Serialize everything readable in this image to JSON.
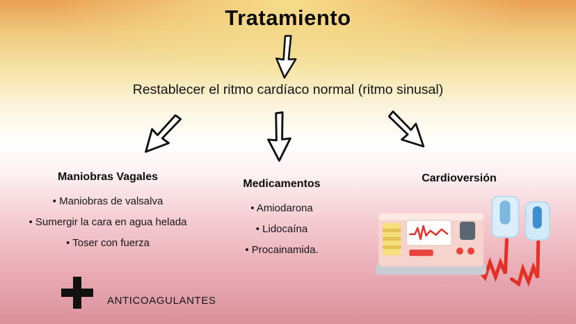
{
  "title": "Tratamiento",
  "subtitle": "Restablecer el ritmo cardíaco normal (ritmo sinusal)",
  "columns": [
    {
      "heading": "Maniobras Vagales",
      "items": [
        "• Maniobras de valsalva",
        "• Sumergir la cara en agua helada",
        "• Toser con fuerza"
      ]
    },
    {
      "heading": "Medicamentos",
      "items": [
        "• Amiodarona",
        "• Lidocaína",
        "• Procainamida."
      ]
    },
    {
      "heading": "Cardioversión",
      "items": []
    }
  ],
  "footer": {
    "anticoagulants_label": "ANTICOAGULANTES"
  },
  "icons": {
    "top_arrow": "down-arrow",
    "branch_arrows": [
      "down-left-arrow",
      "down-arrow",
      "down-right-arrow"
    ],
    "plus": "plus",
    "illustration": "defibrillator-with-paddles"
  },
  "colors": {
    "title_text": "#0c0c0c",
    "body_text": "#161616",
    "arrow_fill": "#ffffff",
    "arrow_stroke": "#111111",
    "cable_red": "#e23128",
    "paddle_light_blue": "#d9edf9",
    "paddle_handle_blue": "#7db8e0",
    "paddle_handle_dark_blue": "#3f8fd0",
    "device_pink": "#f6d3cd",
    "panel_yellow": "#f6df7d",
    "device_base_grey": "#c9ccd1",
    "gradient_top": "#eb9f55",
    "gradient_middle": "#ffffff",
    "gradient_bottom": "#da929d"
  }
}
